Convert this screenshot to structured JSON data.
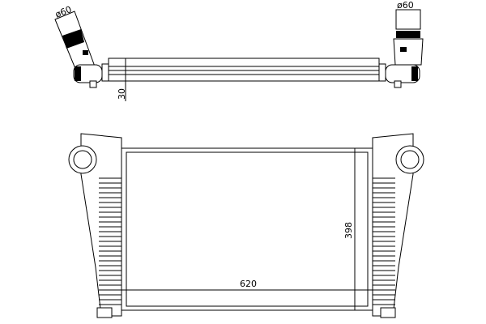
{
  "drawing": {
    "top_view": {
      "left_pipe_diameter": "ø60",
      "right_pipe_diameter": "ø60",
      "depth_dimension": "30"
    },
    "front_view": {
      "width_dimension": "620",
      "height_dimension": "398"
    }
  }
}
